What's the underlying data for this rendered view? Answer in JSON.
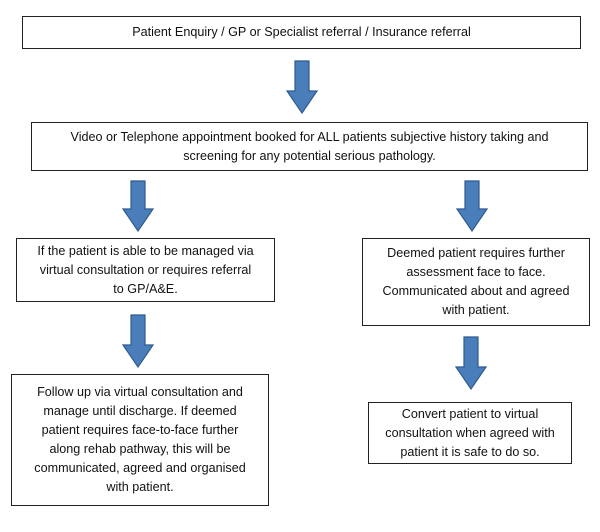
{
  "flowchart": {
    "box_referral": "Patient Enquiry / GP or Specialist referral / Insurance referral",
    "box_appointment_line1": "Video or Telephone appointment booked for ALL patients subjective history taking and",
    "box_appointment_line2": "screening for any potential serious pathology.",
    "box_virtual_line1": "If the patient is able to be managed via",
    "box_virtual_line2": "virtual consultation or requires referral",
    "box_virtual_line3": "to GP/A&E.",
    "box_face_line1": "Deemed patient requires further",
    "box_face_line2": "assessment face to face.",
    "box_face_line3": "Communicated about and agreed",
    "box_face_line4": "with patient.",
    "box_followup_line1": "Follow up via virtual consultation and",
    "box_followup_line2": "manage until discharge. If deemed",
    "box_followup_line3": "patient requires face-to-face further",
    "box_followup_line4": "along rehab pathway, this will be",
    "box_followup_line5": "communicated, agreed and organised",
    "box_followup_line6": "with patient.",
    "box_convert_line1": "Convert patient to virtual",
    "box_convert_line2": "consultation when agreed with",
    "box_convert_line3": "patient it is safe to do so."
  },
  "colors": {
    "arrow_fill": "#4a7ebb",
    "arrow_stroke": "#2f5b8e"
  }
}
